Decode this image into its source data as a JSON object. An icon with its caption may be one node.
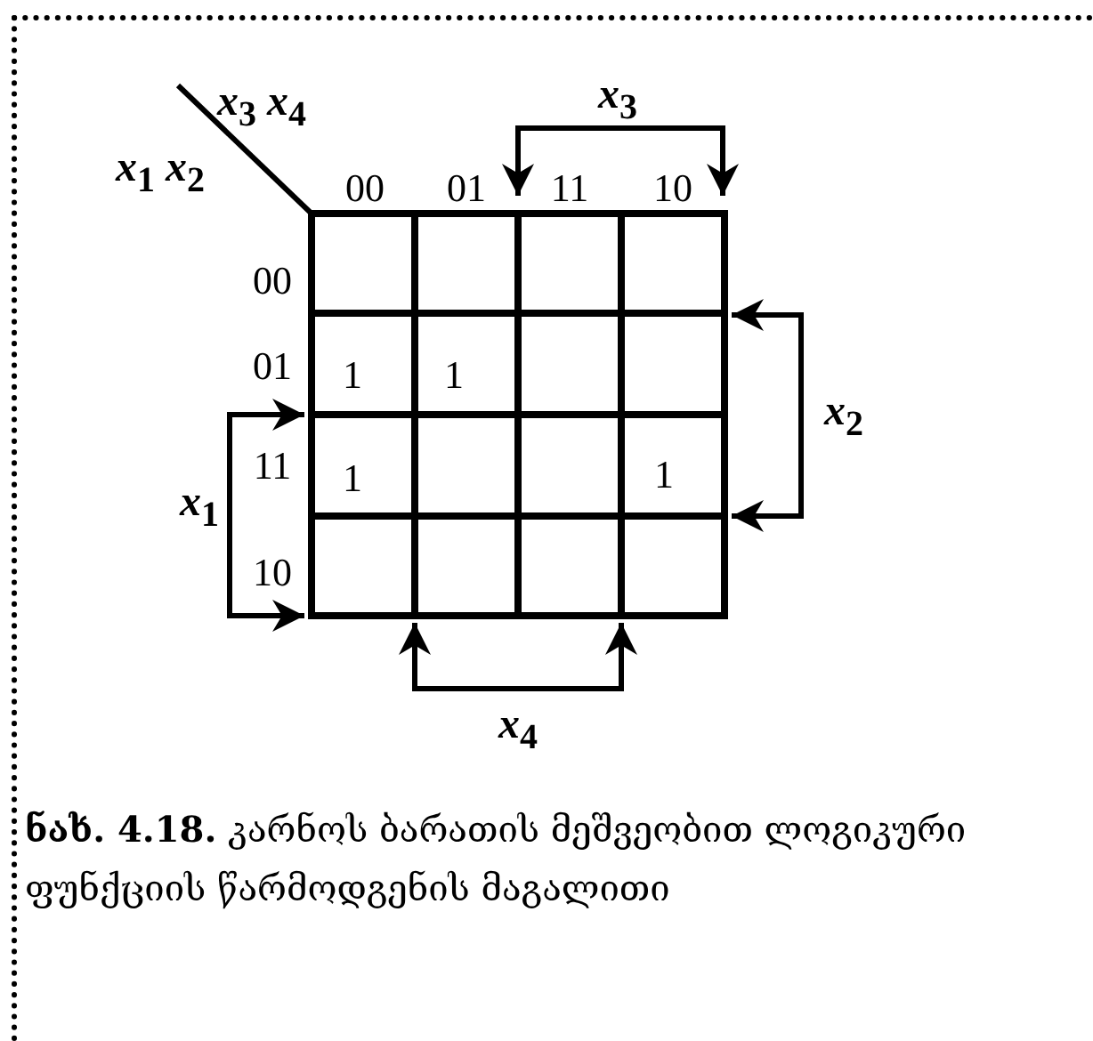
{
  "diagram": {
    "caption": "**ნახ. 4.18.** კარნოს ბარათის მეშვეობით ლოგიკური ფუნქციის წარმოდგენის მაგალითი",
    "labels": [
      "*x*$_{3}$ *x*$_{4}$",
      "*x*$_{3}$",
      "*x*$_{1}$ *x*$_{2}$",
      "00",
      "01",
      "11",
      "10",
      "00",
      "01",
      "1",
      "1",
      "11",
      "1",
      "1",
      "*x*$_{2}$",
      "*x*$_{1}$",
      "10",
      "*x*$_{4}$"
    ]
  }
}
